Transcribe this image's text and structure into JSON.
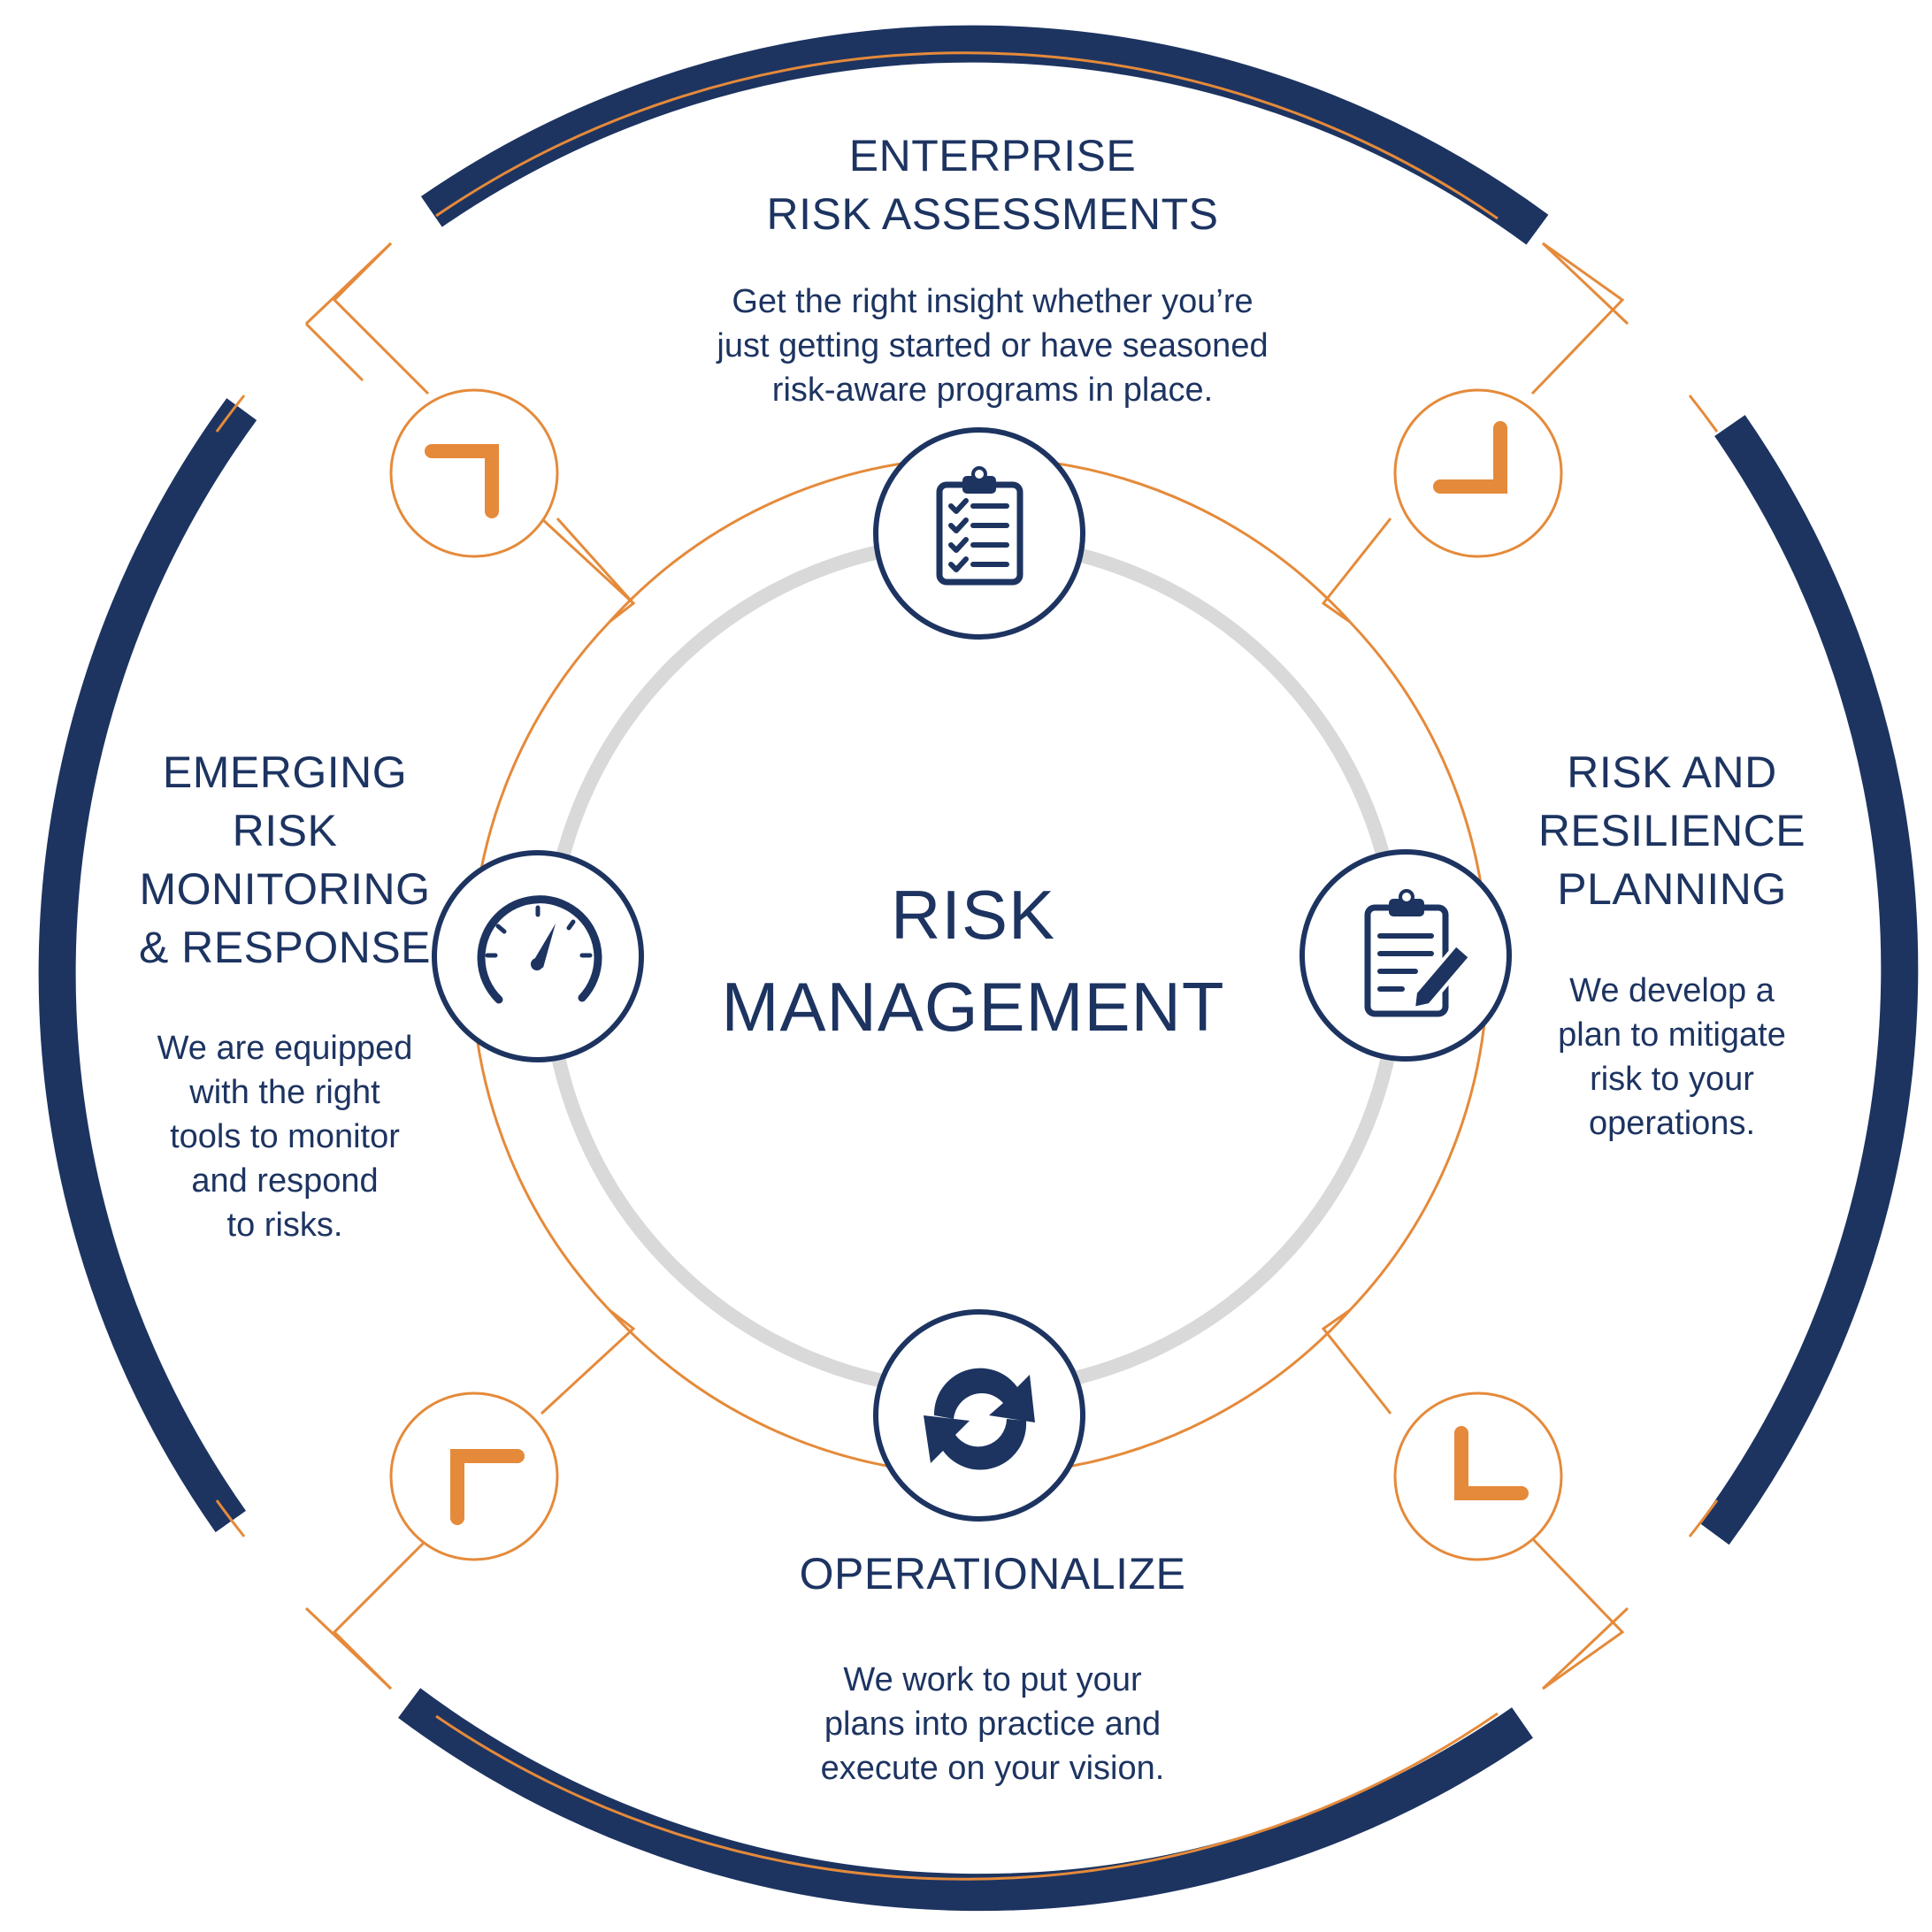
{
  "center": {
    "title": "RISK\nMANAGEMENT"
  },
  "sections": {
    "top": {
      "title": "ENTERPRISE\nRISK ASSESSMENTS",
      "description": "Get the right insight whether you’re\njust getting started or have seasoned\nrisk-aware programs in place.",
      "icon": "clipboard-checklist-icon"
    },
    "right": {
      "title": "RISK AND\nRESILIENCE\nPLANNING",
      "description": "We develop a\nplan to mitigate\nrisk to your\noperations.",
      "icon": "clipboard-edit-icon"
    },
    "bottom": {
      "title": "OPERATIONALIZE",
      "description": "We work to put your\nplans into practice and\nexecute on your vision.",
      "icon": "refresh-cycle-icon"
    },
    "left": {
      "title": "EMERGING\nRISK\nMONITORING\n& RESPONSE",
      "description": "We are equipped\nwith the right\ntools to monitor\nand respond\nto risks.",
      "icon": "speedometer-icon"
    }
  },
  "colors": {
    "navy": "#1d3461",
    "orange": "#e58a3a",
    "gray": "#d9d9d9"
  }
}
